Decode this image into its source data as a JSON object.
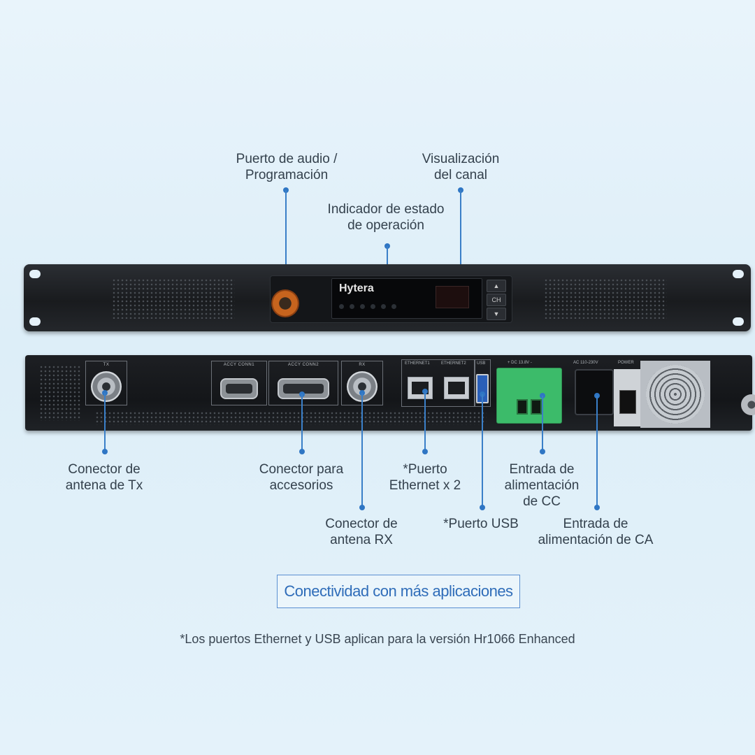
{
  "labels": {
    "audio_port": [
      "Puerto de audio /",
      "Programación"
    ],
    "channel_display": [
      "Visualización",
      "del canal"
    ],
    "status_indicator": [
      "Indicador de estado",
      "de operación"
    ],
    "tx_antenna": [
      "Conector de",
      "antena de Tx"
    ],
    "accessories": [
      "Conector para",
      "accesorios"
    ],
    "ethernet": [
      "*Puerto",
      "Ethernet x 2"
    ],
    "dc_input": [
      "Entrada de",
      "alimentación",
      "de CC"
    ],
    "rx_antenna": [
      "Conector de",
      "antena RX"
    ],
    "usb": [
      "*Puerto USB"
    ],
    "ac_input": [
      "Entrada de",
      "alimentación de CA"
    ]
  },
  "device": {
    "brand": "Hytera",
    "channel_buttons": [
      "▲",
      "CH",
      "▼"
    ],
    "rear_modules": {
      "tx": "TX",
      "acc1": "ACCY CONN1",
      "acc2": "ACCY CONN2",
      "rx": "RX",
      "eth1": "ETHERNET1",
      "eth2": "ETHERNET2",
      "usb": "USB",
      "dc": "+ DC 13.8V -",
      "ac": "AC 110-230V",
      "power": "POWER"
    }
  },
  "cta_label": "Conectividad con más aplicaciones",
  "footnote": "*Los puertos Ethernet y  USB aplican para la versión Hr1066 Enhanced",
  "colors": {
    "leader": "#3a7fc8",
    "accent_text": "#2f6db9",
    "dc_terminal": "#3cbb6a"
  }
}
